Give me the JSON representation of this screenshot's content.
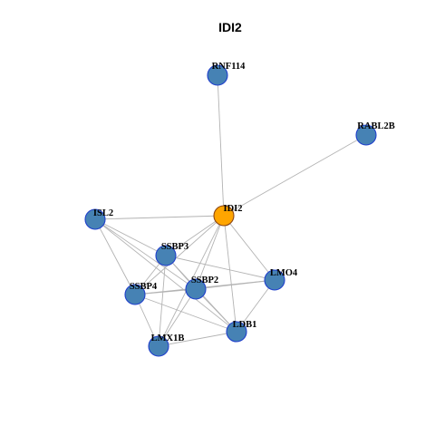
{
  "title": "IDI2",
  "colors": {
    "node_fill": "#4682B4",
    "node_stroke": "#1F3FCC",
    "focus_fill": "#FFA500",
    "focus_stroke": "#8B4513",
    "edge": "#B3B3B3"
  },
  "focus_node": "IDI2",
  "nodes": [
    "RNF114",
    "RABL2B",
    "IDI2",
    "ISL2",
    "SSBP3",
    "LMO4",
    "SSBP4",
    "SSBP2",
    "LDB1",
    "LMX1B"
  ],
  "edges": [
    [
      "IDI2",
      "RNF114"
    ],
    [
      "IDI2",
      "RABL2B"
    ],
    [
      "IDI2",
      "ISL2"
    ],
    [
      "IDI2",
      "SSBP3"
    ],
    [
      "IDI2",
      "SSBP4"
    ],
    [
      "IDI2",
      "SSBP2"
    ],
    [
      "IDI2",
      "LMO4"
    ],
    [
      "IDI2",
      "LDB1"
    ],
    [
      "IDI2",
      "LMX1B"
    ],
    [
      "ISL2",
      "SSBP3"
    ],
    [
      "ISL2",
      "SSBP4"
    ],
    [
      "ISL2",
      "SSBP2"
    ],
    [
      "ISL2",
      "LDB1"
    ],
    [
      "SSBP3",
      "SSBP4"
    ],
    [
      "SSBP3",
      "SSBP2"
    ],
    [
      "SSBP3",
      "LMO4"
    ],
    [
      "SSBP3",
      "LDB1"
    ],
    [
      "SSBP3",
      "LMX1B"
    ],
    [
      "SSBP4",
      "SSBP2"
    ],
    [
      "SSBP4",
      "LMO4"
    ],
    [
      "SSBP4",
      "LDB1"
    ],
    [
      "SSBP4",
      "LMX1B"
    ],
    [
      "SSBP2",
      "LMO4"
    ],
    [
      "SSBP2",
      "LDB1"
    ],
    [
      "SSBP2",
      "LMX1B"
    ],
    [
      "LMO4",
      "LDB1"
    ],
    [
      "LDB1",
      "LMX1B"
    ]
  ]
}
